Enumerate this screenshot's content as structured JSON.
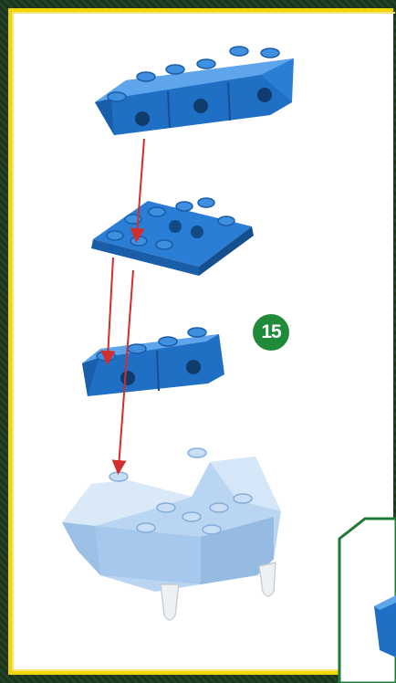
{
  "step": {
    "number": "15"
  },
  "colors": {
    "frame": "#f2d400",
    "brick_blue": "#1f6fc4",
    "brick_light_blue": "#b3d1ef",
    "arrow_red": "#d22e2e",
    "badge_green": "#1f8a3a",
    "callout_border": "#1f7a35"
  },
  "parts": [
    "blue-brick-1x6-with-holes",
    "blue-plate-2x6",
    "blue-brick-1x4-with-holes",
    "light-blue-base-assembly"
  ]
}
